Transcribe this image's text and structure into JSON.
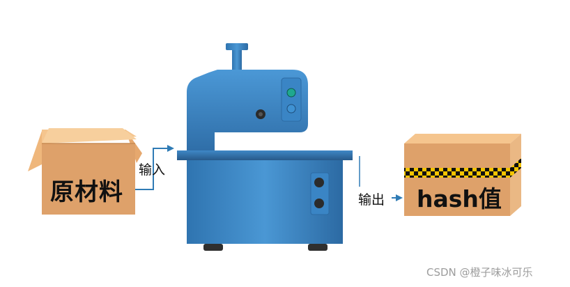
{
  "diagram": {
    "input_box_label": "原材料",
    "input_arrow_label": "输入",
    "output_arrow_label": "输出",
    "output_box_label": "hash值",
    "watermark": "CSDN @橙子味冰可乐"
  },
  "colors": {
    "box_face": "#dea16a",
    "box_top": "#f5c58e",
    "box_side": "#eab884",
    "machine_blue": "#3b86c6",
    "machine_dark": "#2a5f91",
    "arrow": "#2f7bb5",
    "tape_yellow": "#f4c400"
  },
  "icons": [
    "raw-material-box-icon",
    "machine-icon",
    "hash-box-icon",
    "arrow-icon"
  ]
}
